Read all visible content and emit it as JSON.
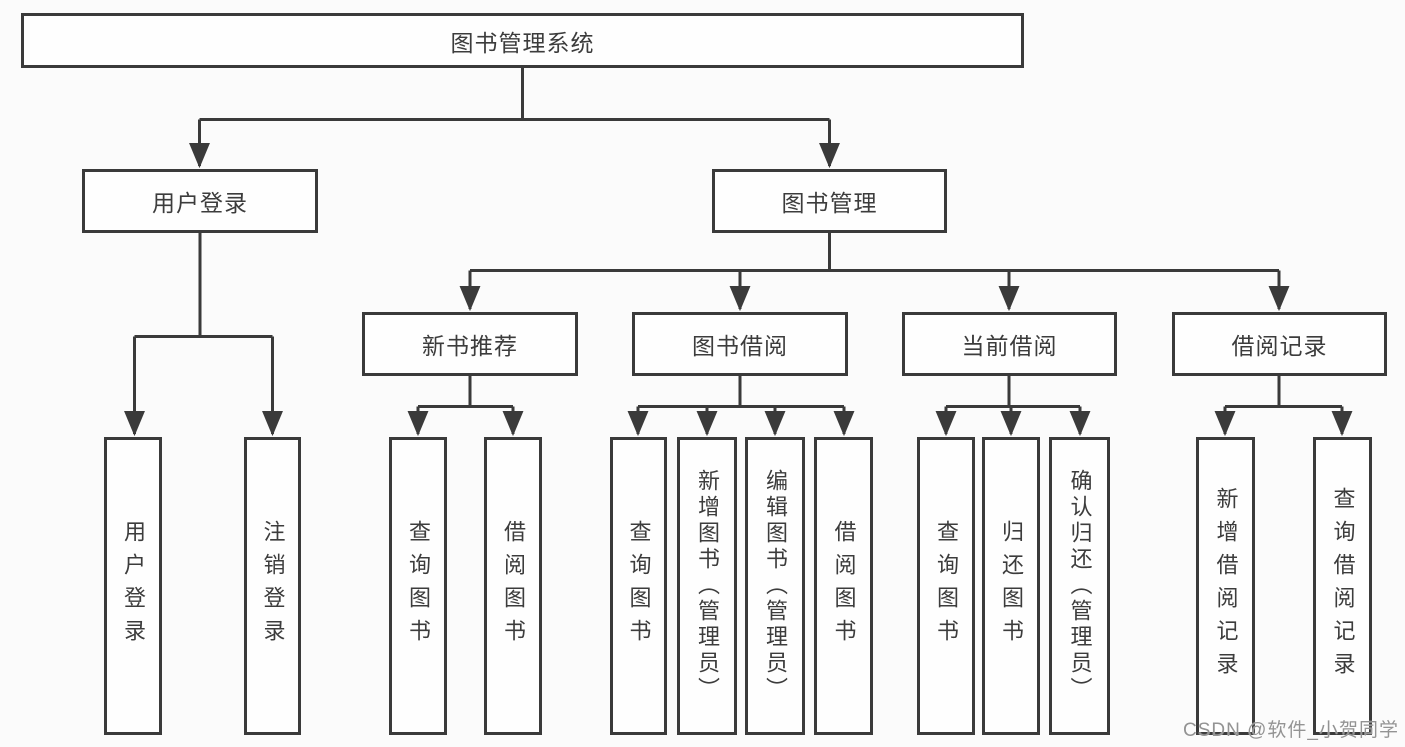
{
  "diagram": {
    "type": "hierarchy-tree",
    "colors": {
      "line": "#3a3a3a",
      "box_border": "#3a3a3a",
      "text": "#3c3c3c",
      "box_background": "#fefefe",
      "page_background": "#fbfbfb",
      "watermark": "#939393"
    },
    "watermark": "CSDN @软件_小贺同学",
    "nodes": {
      "root": {
        "label": "图书管理系统"
      },
      "user_login": {
        "label": "用户登录"
      },
      "book_mgmt": {
        "label": "图书管理"
      },
      "new_book_rec": {
        "label": "新书推荐"
      },
      "book_borrow": {
        "label": "图书借阅"
      },
      "current_borrow": {
        "label": "当前借阅"
      },
      "borrow_record": {
        "label": "借阅记录"
      },
      "leaf_user_login": {
        "label": "用户登录"
      },
      "leaf_logout": {
        "label": "注销登录"
      },
      "leaf_query_book_1": {
        "label": "查询图书"
      },
      "leaf_borrow_book_1": {
        "label": "借阅图书"
      },
      "leaf_query_book_2": {
        "label": "查询图书"
      },
      "leaf_add_book": {
        "label": "新增图书（管理员）"
      },
      "leaf_edit_book": {
        "label": "编辑图书（管理员）"
      },
      "leaf_borrow_book_2": {
        "label": "借阅图书"
      },
      "leaf_query_book_3": {
        "label": "查询图书"
      },
      "leaf_return_book": {
        "label": "归还图书"
      },
      "leaf_confirm_return": {
        "label": "确认归还（管理员）"
      },
      "leaf_add_record": {
        "label": "新增借阅记录"
      },
      "leaf_query_record": {
        "label": "查询借阅记录"
      }
    },
    "edges": [
      [
        "root",
        "user_login"
      ],
      [
        "root",
        "book_mgmt"
      ],
      [
        "user_login",
        "leaf_user_login"
      ],
      [
        "user_login",
        "leaf_logout"
      ],
      [
        "book_mgmt",
        "new_book_rec"
      ],
      [
        "book_mgmt",
        "book_borrow"
      ],
      [
        "book_mgmt",
        "current_borrow"
      ],
      [
        "book_mgmt",
        "borrow_record"
      ],
      [
        "new_book_rec",
        "leaf_query_book_1"
      ],
      [
        "new_book_rec",
        "leaf_borrow_book_1"
      ],
      [
        "book_borrow",
        "leaf_query_book_2"
      ],
      [
        "book_borrow",
        "leaf_add_book"
      ],
      [
        "book_borrow",
        "leaf_edit_book"
      ],
      [
        "book_borrow",
        "leaf_borrow_book_2"
      ],
      [
        "current_borrow",
        "leaf_query_book_3"
      ],
      [
        "current_borrow",
        "leaf_return_book"
      ],
      [
        "current_borrow",
        "leaf_confirm_return"
      ],
      [
        "borrow_record",
        "leaf_add_record"
      ],
      [
        "borrow_record",
        "leaf_query_record"
      ]
    ]
  }
}
